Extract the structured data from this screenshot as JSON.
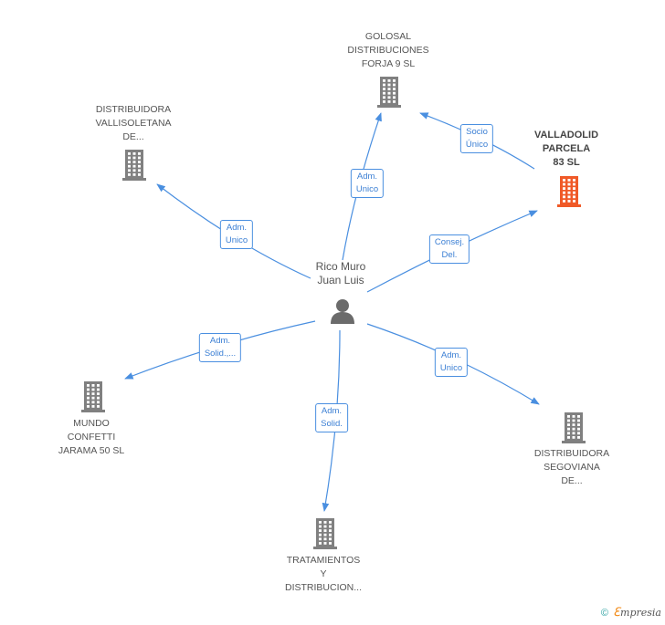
{
  "person": {
    "name": [
      "Rico Muro",
      "Juan Luis"
    ],
    "icon": "person-icon"
  },
  "companies": [
    {
      "id": "golosal",
      "lines": [
        "GOLOSAL",
        "DISTRIBUCIONES",
        "FORJA 9  SL"
      ],
      "highlight": false,
      "icon": "building-icon"
    },
    {
      "id": "vallisoletana",
      "lines": [
        "DISTRIBUIDORA",
        "VALLISOLETANA",
        "DE..."
      ],
      "highlight": false,
      "icon": "building-icon"
    },
    {
      "id": "valladolid",
      "lines": [
        "VALLADOLID",
        "PARCELA",
        "83 SL"
      ],
      "highlight": true,
      "icon": "building-icon"
    },
    {
      "id": "mundo",
      "lines": [
        "MUNDO",
        "CONFETTI",
        "JARAMA 50 SL"
      ],
      "highlight": false,
      "icon": "building-icon"
    },
    {
      "id": "tratamientos",
      "lines": [
        "TRATAMIENTOS",
        "Y",
        "DISTRIBUCION..."
      ],
      "highlight": false,
      "icon": "building-icon"
    },
    {
      "id": "segoviana",
      "lines": [
        "DISTRIBUIDORA",
        "SEGOVIANA",
        "DE..."
      ],
      "highlight": false,
      "icon": "building-icon"
    }
  ],
  "edges": [
    {
      "id": "to-golosal",
      "lines": [
        "Adm.",
        "Unico"
      ]
    },
    {
      "id": "to-vallisoletana",
      "lines": [
        "Adm.",
        "Unico"
      ]
    },
    {
      "id": "to-valladolid",
      "lines": [
        "Consej.",
        "Del."
      ]
    },
    {
      "id": "to-mundo",
      "lines": [
        "Adm.",
        "Solid.,..."
      ]
    },
    {
      "id": "to-tratamientos",
      "lines": [
        "Adm.",
        "Solid."
      ]
    },
    {
      "id": "to-segoviana",
      "lines": [
        "Adm.",
        "Unico"
      ]
    },
    {
      "id": "valladolid-to-golosal",
      "lines": [
        "Socio",
        "Único"
      ]
    }
  ],
  "colors": {
    "edge": "#4a8fe0",
    "building": "#808080",
    "building_highlight": "#f05a28",
    "person": "#6b6b6b"
  },
  "footer": {
    "copyright": "©",
    "brand_first": "ℇ",
    "brand_rest": "mpresia"
  }
}
